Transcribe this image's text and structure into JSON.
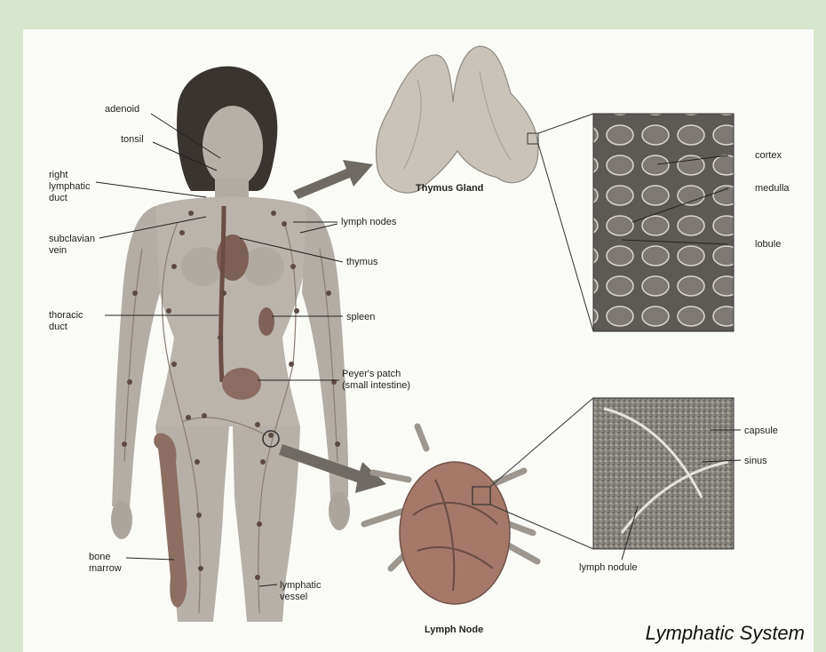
{
  "caption": "Lymphatic System",
  "labels": {
    "adenoid": "adenoid",
    "tonsil": "tonsil",
    "right_lymphatic_duct": [
      "right",
      "lymphatic",
      "duct"
    ],
    "subclavian_vein": [
      "subclavian",
      "vein"
    ],
    "thoracic_duct": [
      "thoracic",
      "duct"
    ],
    "bone_marrow": [
      "bone",
      "marrow"
    ],
    "lymph_nodes": "lymph nodes",
    "thymus": "thymus",
    "spleen": "spleen",
    "peyers_patch": [
      "Peyer's patch",
      "(small intestine)"
    ],
    "lymphatic_vessel": [
      "lymphatic",
      "vessel"
    ],
    "thymus_gland": "Thymus Gland",
    "cortex": "cortex",
    "medulla": "medulla",
    "lobule": "lobule",
    "capsule": "capsule",
    "sinus": "sinus",
    "lymph_nodule": "lymph nodule",
    "lymph_node": "Lymph Node"
  },
  "colors": {
    "background": "#d7e7cf",
    "panel": "#fafbf7",
    "skin": "#b9b3ac",
    "hair": "#3a3430",
    "tissue": "#7a7670"
  }
}
